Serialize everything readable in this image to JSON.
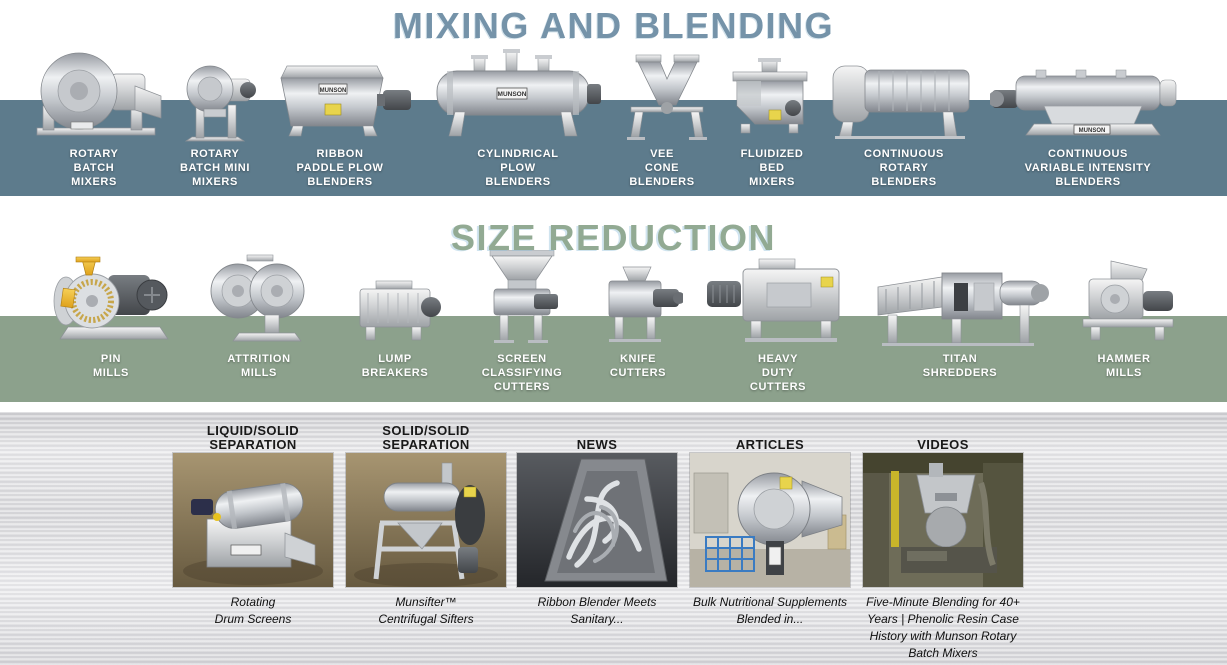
{
  "colors": {
    "mixing_band": "#5d7b8c",
    "mixing_title": "#7593a9",
    "size_band": "#8ca18c",
    "size_title": "#92aa93",
    "label_text": "#ffffff",
    "metal_bg": "#e2e2e5"
  },
  "mixing_section": {
    "title": "MIXING AND BLENDING",
    "products": [
      {
        "label": "ROTARY\nBATCH\nMIXERS",
        "image": "rotary-batch-mixers"
      },
      {
        "label": "ROTARY\nBATCH MINI\nMIXERS",
        "image": "rotary-batch-mini-mixers"
      },
      {
        "label": "RIBBON\nPADDLE PLOW\nBLENDERS",
        "image": "ribbon-paddle-plow-blenders"
      },
      {
        "label": "CYLINDRICAL\nPLOW\nBLENDERS",
        "image": "cylindrical-plow-blenders"
      },
      {
        "label": "VEE\nCONE\nBLENDERS",
        "image": "vee-cone-blenders"
      },
      {
        "label": "FLUIDIZED\nBED\nMIXERS",
        "image": "fluidized-bed-mixers"
      },
      {
        "label": "CONTINUOUS\nROTARY\nBLENDERS",
        "image": "continuous-rotary-blenders"
      },
      {
        "label": "CONTINUOUS\nVARIABLE INTENSITY\nBLENDERS",
        "image": "continuous-variable-intensity-blenders"
      }
    ]
  },
  "size_reduction_section": {
    "title": "SIZE REDUCTION",
    "products": [
      {
        "label": "PIN\nMILLS",
        "image": "pin-mills"
      },
      {
        "label": "ATTRITION\nMILLS",
        "image": "attrition-mills"
      },
      {
        "label": "LUMP\nBREAKERS",
        "image": "lump-breakers"
      },
      {
        "label": "SCREEN\nCLASSIFYING\nCUTTERS",
        "image": "screen-classifying-cutters"
      },
      {
        "label": "KNIFE\nCUTTERS",
        "image": "knife-cutters"
      },
      {
        "label": "HEAVY\nDUTY\nCUTTERS",
        "image": "heavy-duty-cutters"
      },
      {
        "label": "TITAN\nSHREDDERS",
        "image": "titan-shredders"
      },
      {
        "label": "HAMMER\nMILLS",
        "image": "hammer-mills"
      }
    ]
  },
  "bottom_section": {
    "columns": [
      {
        "header": "LIQUID/SOLID\nSEPARATION",
        "caption": "Rotating\nDrum Screens",
        "image": "rotating-drum-screen"
      },
      {
        "header": "SOLID/SOLID\nSEPARATION",
        "caption": "Munsifter™\nCentrifugal Sifters",
        "image": "munsifter-centrifugal-sifter"
      },
      {
        "header": "NEWS",
        "caption": "Ribbon Blender Meets\nSanitary...",
        "image": "ribbon-blender-agitator"
      },
      {
        "header": "ARTICLES",
        "caption": "Bulk Nutritional Supplements\nBlended in...",
        "image": "rotary-batch-mixer-plant"
      },
      {
        "header": "VIDEOS",
        "caption": "Five-Minute Blending for 40+\nYears | Phenolic Resin Case\nHistory with Munson Rotary\nBatch Mixers",
        "image": "blending-video-still"
      }
    ]
  }
}
